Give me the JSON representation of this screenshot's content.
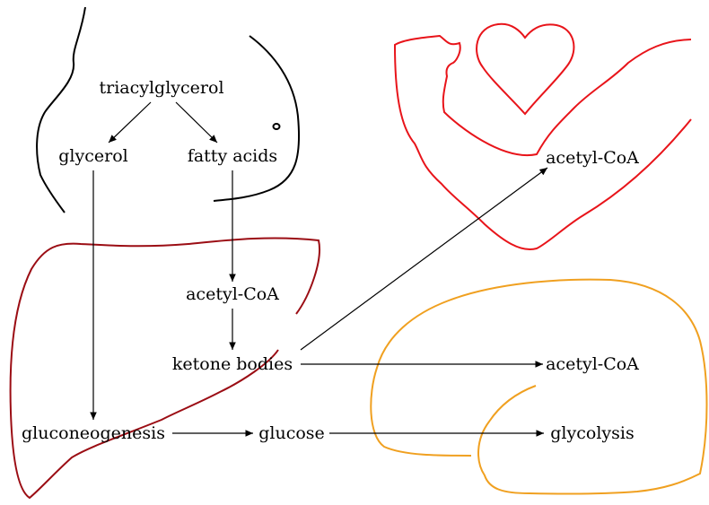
{
  "nodes": {
    "triacylglycerol": "triacylglycerol",
    "glycerol": "glycerol",
    "fatty_acids": "fatty acids",
    "acetyl_coa_liver": "acetyl-CoA",
    "ketone_bodies": "ketone bodies",
    "gluconeogenesis": "gluconeogenesis",
    "glucose": "glucose",
    "acetyl_coa_heart": "acetyl-CoA",
    "acetyl_coa_muscle": "acetyl-CoA",
    "glycolysis": "glycolysis"
  },
  "colors": {
    "adipose_outline": "#000000",
    "liver_outline": "#9b0d14",
    "heart_outline": "#e8141a",
    "muscle_outline": "#f0a020",
    "arrows": "#000000"
  }
}
